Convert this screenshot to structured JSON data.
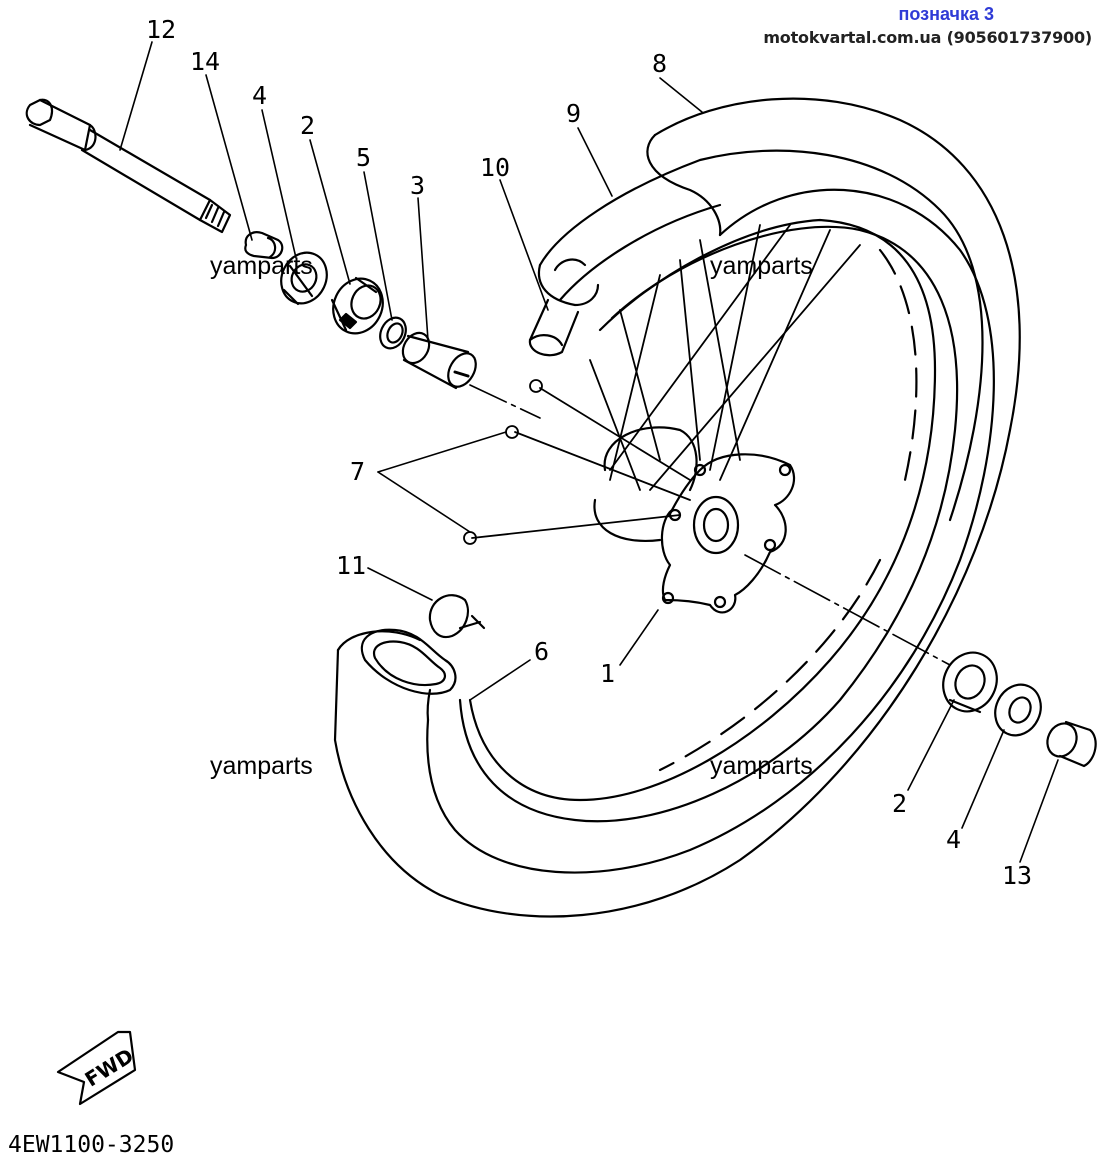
{
  "header": {
    "title": "позначка 3",
    "site": "motokvartal.com.ua (905601737900)"
  },
  "callouts": {
    "n12": "12",
    "n14": "14",
    "n4_top": "4",
    "n2_top": "2",
    "n5": "5",
    "n3": "3",
    "n10": "10",
    "n9": "9",
    "n8": "8",
    "n7": "7",
    "n11": "11",
    "n6": "6",
    "n1": "1",
    "n2_bottom": "2",
    "n4_bottom": "4",
    "n13": "13"
  },
  "watermarks": [
    "yamparts",
    "yamparts",
    "yamparts",
    "yamparts"
  ],
  "fwd_label": "FWD",
  "reference": "4EW1100-3250"
}
